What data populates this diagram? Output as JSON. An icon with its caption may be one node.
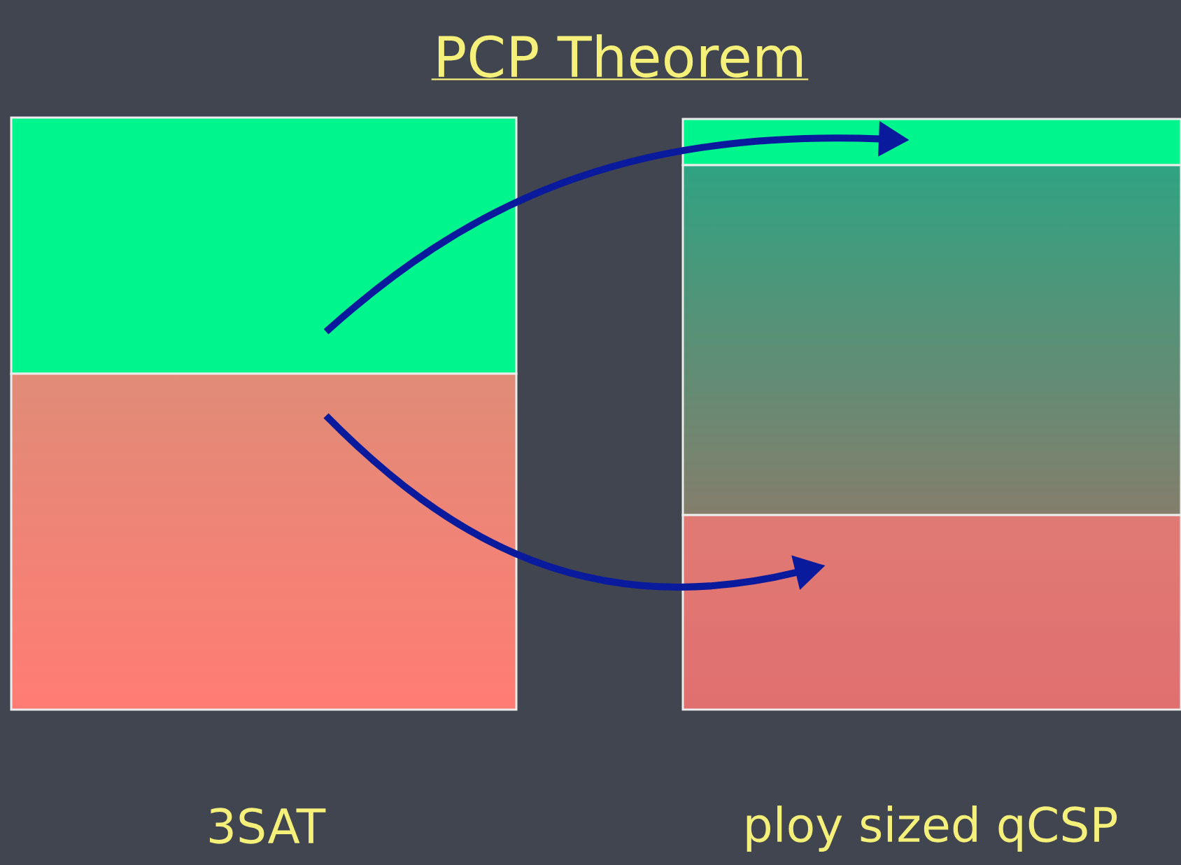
{
  "diagram": {
    "title": "PCP Theorem",
    "nodes": [
      {
        "text": [],
        "shape": "box"
      },
      {
        "text": [],
        "shape": "box"
      },
      {
        "text": [],
        "shape": "box"
      },
      {
        "text": [],
        "shape": "box"
      },
      {
        "text": [],
        "shape": "box"
      }
    ],
    "edges": [
      {
        "from": 0,
        "to": 2,
        "arrow": "to"
      },
      {
        "from": 1,
        "to": 4,
        "arrow": "to"
      }
    ],
    "labels": [
      "3SAT",
      "ploy sized qCSP"
    ]
  }
}
